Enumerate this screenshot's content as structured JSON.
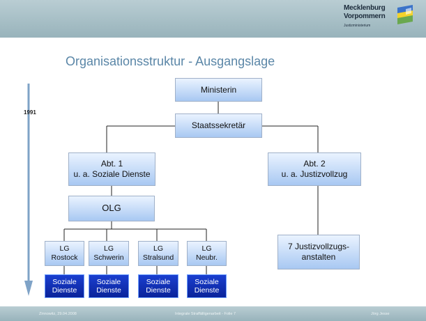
{
  "logo": {
    "line1": "Mecklenburg",
    "line2": "Vorpommern",
    "line3": "Justizministerium"
  },
  "title": "Organisationsstruktur - Ausgangslage",
  "year": "1991",
  "nodes": {
    "ministerin": "Ministerin",
    "staatssekretaer": "Staatssekretär",
    "abt1": "Abt. 1\nu. a. Soziale Dienste",
    "abt2": "Abt. 2\nu. a. Justizvollzug",
    "olg": "OLG",
    "lg_rostock": "LG\nRostock",
    "lg_schwerin": "LG\nSchwerin",
    "lg_stralsund": "LG\nStralsund",
    "lg_neubr": "LG\nNeubr.",
    "sd_rostock": "Soziale\nDienste",
    "sd_schwerin": "Soziale\nDienste",
    "sd_stralsund": "Soziale\nDienste",
    "sd_neubr": "Soziale\nDienste",
    "justizvollzug": "7 Justizvollzugs-\nanstalten"
  },
  "footer": {
    "left": "Zinnowitz, 29.04.2008",
    "center": "Integrale Straffälligenarbeit - Folie 7",
    "right": "Jörg Jesse"
  },
  "colors": {
    "title": "#5a86a7",
    "box_light": "#a8c8f2",
    "box_dark": "#0f2fb8",
    "bar": "#98b3bb"
  }
}
